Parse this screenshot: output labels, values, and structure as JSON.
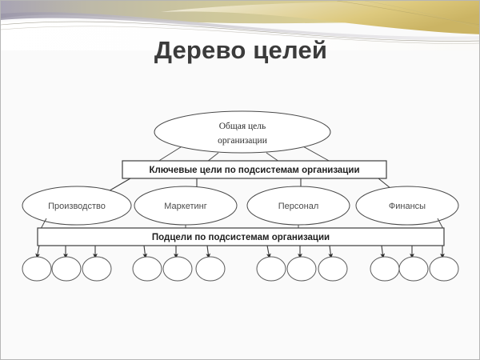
{
  "slide": {
    "title": "Дерево целей",
    "background_color": "#fafafa",
    "title_color": "#3b3b3b"
  },
  "header_decoration": {
    "name": "wave-banner",
    "colors": {
      "khaki": "#c9c3a0",
      "gold": "#d8c57a",
      "light_gold": "#e8dfae",
      "gray_purple": "#a9a6b4",
      "silver": "#d6d6dc",
      "white": "#ffffff"
    }
  },
  "diagram": {
    "type": "tree",
    "root": {
      "label_line1": "Общая цель",
      "label_line2": "организации",
      "shape": "ellipse"
    },
    "bars": [
      {
        "id": "key-goals-bar",
        "label": "Ключевые цели по подсистемам организации"
      },
      {
        "id": "subgoals-bar",
        "label": "Подцели по подсистемам организации"
      }
    ],
    "branches": [
      {
        "label": "Производство",
        "shape": "ellipse"
      },
      {
        "label": "Маркетинг",
        "shape": "ellipse"
      },
      {
        "label": "Персонал",
        "shape": "ellipse"
      },
      {
        "label": "Финансы",
        "shape": "ellipse"
      }
    ],
    "leaves": [
      {
        "group": "Производство",
        "label": ""
      },
      {
        "group": "Производство",
        "label": ""
      },
      {
        "group": "Производство",
        "label": ""
      },
      {
        "group": "Маркетинг",
        "label": ""
      },
      {
        "group": "Маркетинг",
        "label": ""
      },
      {
        "group": "Маркетинг",
        "label": ""
      },
      {
        "group": "Персонал",
        "label": ""
      },
      {
        "group": "Персонал",
        "label": ""
      },
      {
        "group": "Персонал",
        "label": ""
      },
      {
        "group": "Финансы",
        "label": ""
      },
      {
        "group": "Финансы",
        "label": ""
      },
      {
        "group": "Финансы",
        "label": ""
      }
    ],
    "leaf_count": 12,
    "line_color": "#4a4a4a"
  }
}
